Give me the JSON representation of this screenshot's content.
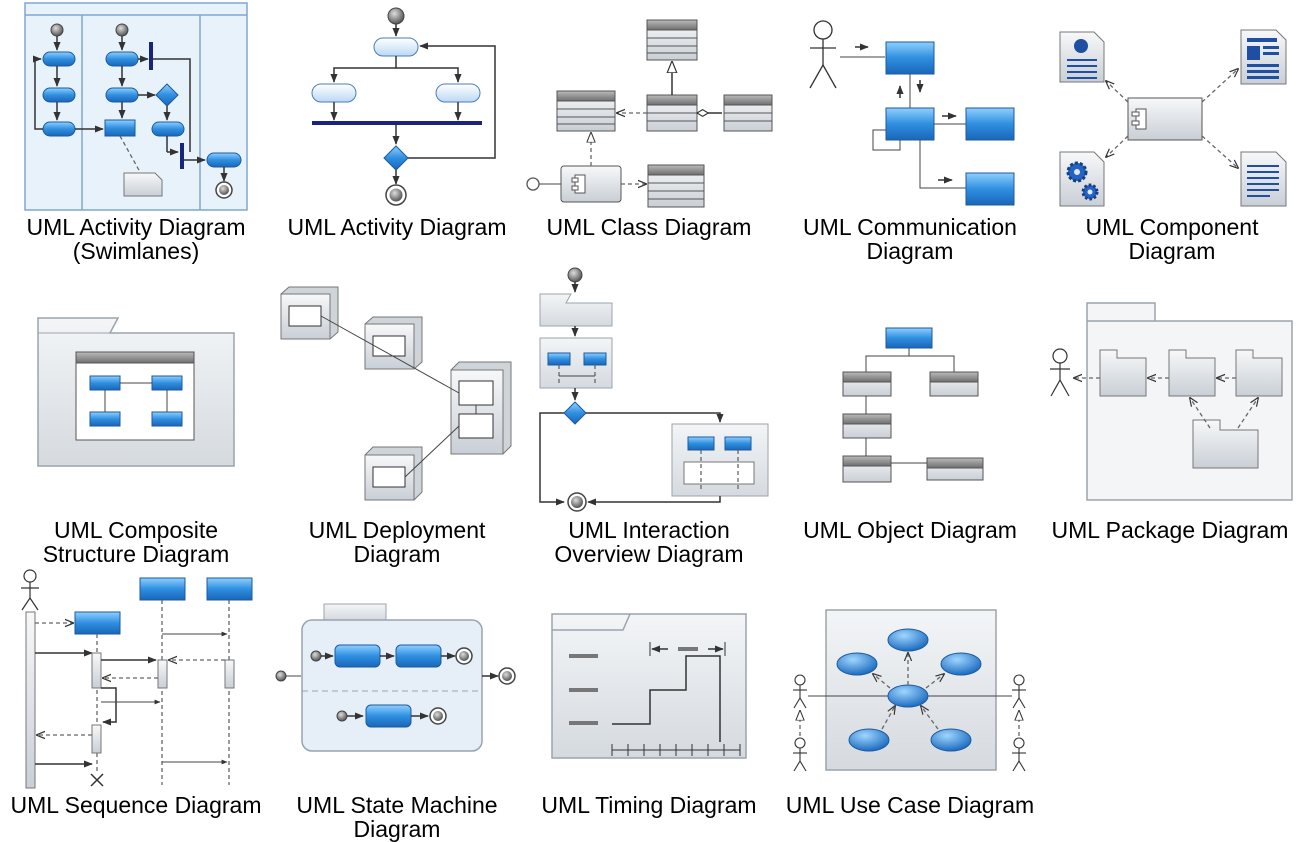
{
  "items": [
    {
      "id": "activity-swimlanes",
      "lines": [
        "UML Activity Diagram",
        "(Swimlanes)"
      ]
    },
    {
      "id": "activity",
      "lines": [
        "UML Activity Diagram"
      ]
    },
    {
      "id": "class",
      "lines": [
        "UML Class Diagram"
      ]
    },
    {
      "id": "communication",
      "lines": [
        "UML Communication",
        "Diagram"
      ]
    },
    {
      "id": "component",
      "lines": [
        "UML Component",
        "Diagram"
      ]
    },
    {
      "id": "composite",
      "lines": [
        "UML Composite",
        "Structure Diagram"
      ]
    },
    {
      "id": "deployment",
      "lines": [
        "UML Deployment",
        "Diagram"
      ]
    },
    {
      "id": "interaction",
      "lines": [
        "UML Interaction",
        "Overview Diagram"
      ]
    },
    {
      "id": "object",
      "lines": [
        "UML Object Diagram"
      ]
    },
    {
      "id": "package",
      "lines": [
        "UML Package Diagram"
      ]
    },
    {
      "id": "sequence",
      "lines": [
        "UML Sequence Diagram"
      ]
    },
    {
      "id": "state",
      "lines": [
        "UML State Machine",
        "Diagram"
      ]
    },
    {
      "id": "timing",
      "lines": [
        "UML Timing Diagram"
      ]
    },
    {
      "id": "usecase",
      "lines": [
        "UML Use Case Diagram"
      ]
    }
  ],
  "colors": {
    "accent": "#2f86d6",
    "accent_dark": "#1b5aa0",
    "bar": "#1a237e",
    "frame": "#9aa4ae"
  }
}
